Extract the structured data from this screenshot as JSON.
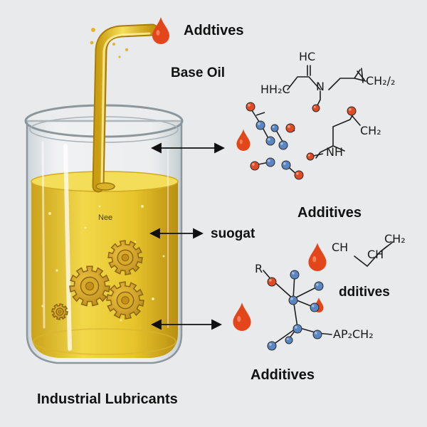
{
  "labels": {
    "additives_top": "Addtives",
    "base_oil": "Base Oil",
    "additives_mid": "Additives",
    "suogat": "suogat",
    "dditives": "dditives",
    "additives_bottom": "Additives",
    "industrial": "Industrial Lubricants",
    "nee": "Nee"
  },
  "chemistry": {
    "hc": "HC",
    "hh2c": "HH₂C",
    "n": "N",
    "ch2_2": "CH₂/₂",
    "ch2_a": "CH₂",
    "nh": "NH",
    "ch_left": "CH",
    "ch_mid": "CH",
    "ch2_b": "CH₂",
    "r": "R",
    "ap2ch2": "AP₂CH₂"
  },
  "colors": {
    "oil": "#e9c52a",
    "drop": "#e2461a",
    "atom_blue": "#5b86c4",
    "atom_red": "#e04a24",
    "glass": "#d7dde0"
  },
  "icons": [
    "beaker-icon",
    "gear-icon",
    "drop-icon",
    "arrow-icon",
    "molecule-icon"
  ]
}
